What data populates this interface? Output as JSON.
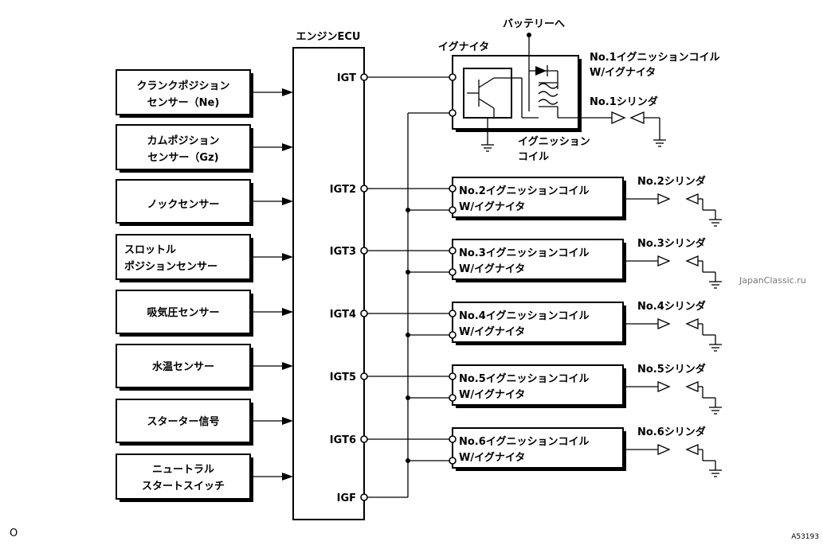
{
  "ecu": {
    "title": "エンジンECU",
    "pins": [
      "IGT",
      "IGT2",
      "IGT3",
      "IGT4",
      "IGT5",
      "IGT6",
      "IGF"
    ]
  },
  "sensors": [
    {
      "line1": "クランクポジション",
      "line2": "センサー（Ne)"
    },
    {
      "line1": "カムポジション",
      "line2": "センサー（Gz)"
    },
    {
      "line1": "ノックセンサー",
      "line2": ""
    },
    {
      "line1": "スロットル",
      "line2": "ポジションセンサー"
    },
    {
      "line1": "吸気圧センサー",
      "line2": ""
    },
    {
      "line1": "水温センサー",
      "line2": ""
    },
    {
      "line1": "スターター信号",
      "line2": ""
    },
    {
      "line1": "ニュートラル",
      "line2": "スタートスイッチ"
    }
  ],
  "coil1": {
    "battery": "バッテリーへ",
    "igniter": "イグナイタ",
    "title_line1": "No.1イグニッションコイル",
    "title_line2": "W/イグナイタ",
    "cylinder": "No.1シリンダ",
    "coil_line1": "イグニッション",
    "coil_line2": "コイル"
  },
  "coils": [
    {
      "line1": "No.2イグニッションコイル",
      "line2": "W/イグナイタ",
      "cylinder": "No.2シリンダ"
    },
    {
      "line1": "No.3イグニッションコイル",
      "line2": "W/イグナイタ",
      "cylinder": "No.3シリンダ"
    },
    {
      "line1": "No.4イグニッションコイル",
      "line2": "W/イグナイタ",
      "cylinder": "No.4シリンダ"
    },
    {
      "line1": "No.5イグニッションコイル",
      "line2": "W/イグナイタ",
      "cylinder": "No.5シリンダ"
    },
    {
      "line1": "No.6イグニッションコイル",
      "line2": "W/イグナイタ",
      "cylinder": "No.6シリンダ"
    }
  ],
  "watermark": "JapanClassic.ru",
  "corner_mark": "O",
  "figure_id": "A53193"
}
